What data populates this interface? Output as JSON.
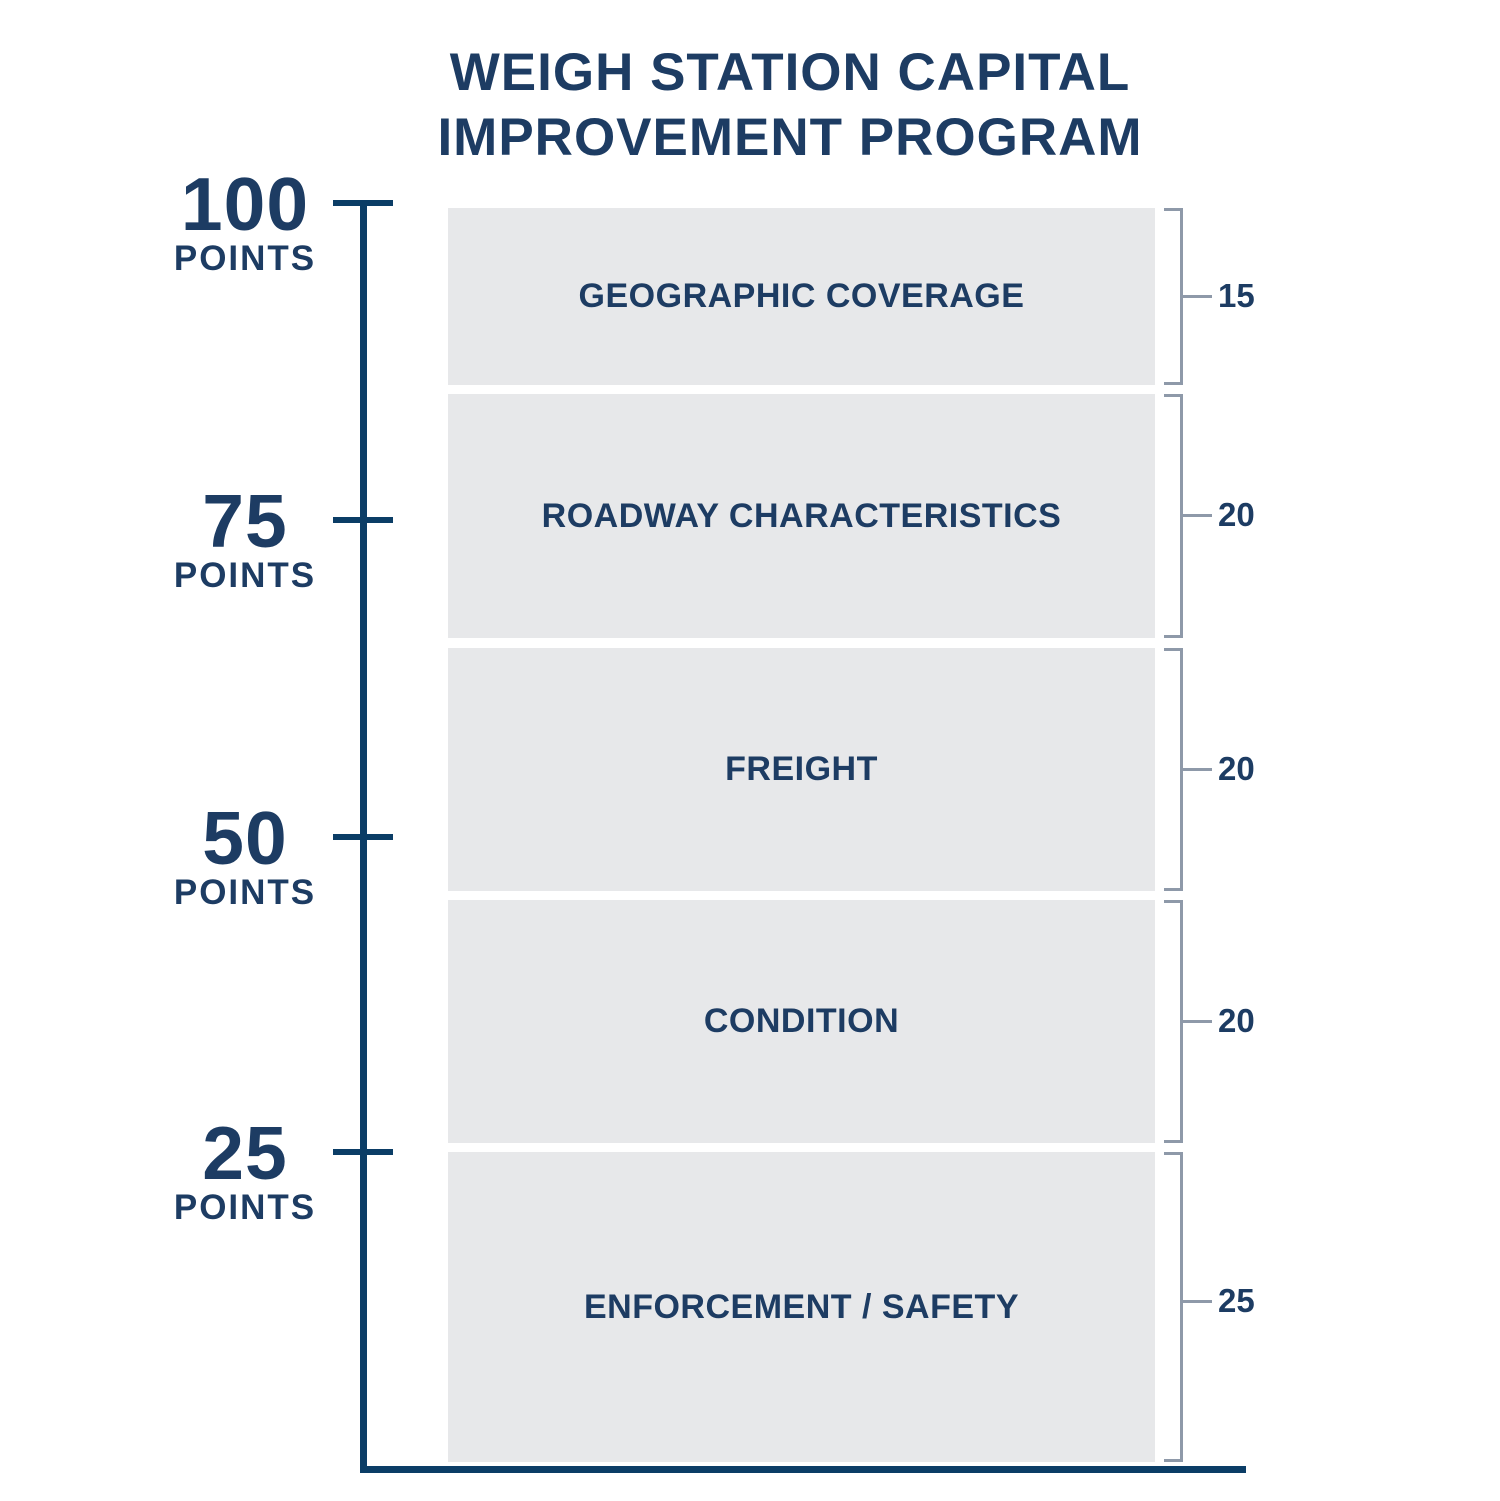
{
  "header": {
    "title_line1": "WEIGH STATION CAPITAL",
    "title_line2": "IMPROVEMENT PROGRAM"
  },
  "chart_data": {
    "type": "bar",
    "subtype": "single-stacked-column-point-scale",
    "title": "WEIGH STATION CAPITAL IMPROVEMENT PROGRAM",
    "ylabel": "POINTS",
    "ylim": [
      0,
      100
    ],
    "total_points": 100,
    "grid": false,
    "legend": "none",
    "axis_ticks": [
      {
        "value": "100",
        "unit": "POINTS"
      },
      {
        "value": "75",
        "unit": "POINTS"
      },
      {
        "value": "50",
        "unit": "POINTS"
      },
      {
        "value": "25",
        "unit": "POINTS"
      }
    ],
    "segments": [
      {
        "label": "GEOGRAPHIC COVERAGE",
        "points": 15
      },
      {
        "label": "ROADWAY CHARACTERISTICS",
        "points": 20
      },
      {
        "label": "FREIGHT",
        "points": 20
      },
      {
        "label": "CONDITION",
        "points": 20
      },
      {
        "label": "ENFORCEMENT / SAFETY",
        "points": 25
      }
    ],
    "colors": {
      "navy_text": "#1d3c63",
      "axis_line": "#0b3d66",
      "bracket": "#8e99a9",
      "segment_fill": "#e7e8ea",
      "background": "#ffffff"
    }
  }
}
